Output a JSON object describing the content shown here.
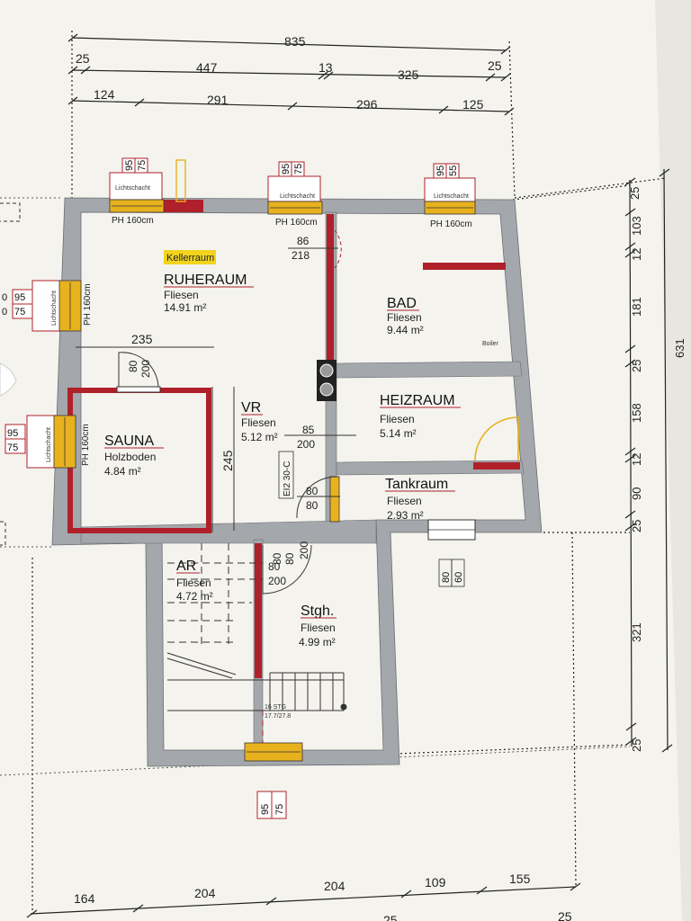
{
  "top_dims": {
    "row1": [
      "835"
    ],
    "row2": [
      "25",
      "447",
      "13",
      "325",
      "25"
    ],
    "row3": [
      "124",
      "291",
      "296",
      "125"
    ]
  },
  "right_dims": [
    "25",
    "103",
    "12",
    "181",
    "25",
    "158",
    "12",
    "90",
    "25",
    "321",
    "25"
  ],
  "right_total": "631",
  "bottom_dims": [
    "164",
    "204",
    "204",
    "109",
    "155"
  ],
  "bottom_partial": [
    "25",
    "25"
  ],
  "rooms": {
    "ruheraum": {
      "name": "RUHERAUM",
      "floor": "Fliesen",
      "area": "14.91 m²",
      "tag": "Kellerraum"
    },
    "bad": {
      "name": "BAD",
      "floor": "Fliesen",
      "area": "9.44 m²",
      "note": "Boiler"
    },
    "sauna": {
      "name": "SAUNA",
      "floor": "Holzboden",
      "area": "4.84 m²"
    },
    "vr": {
      "name": "VR",
      "floor": "Fliesen",
      "area": "5.12 m²"
    },
    "heizraum": {
      "name": "HEIZRAUM",
      "floor": "Fliesen",
      "area": "5.14 m²"
    },
    "tankraum": {
      "name": "Tankraum",
      "floor": "Fliesen",
      "area": "2.93 m²"
    },
    "ar": {
      "name": "AR",
      "floor": "Fliesen",
      "area": "4.72 m²"
    },
    "stgh": {
      "name": "Stgh.",
      "floor": "Fliesen",
      "area": "4.99 m²"
    }
  },
  "windows": {
    "w1": {
      "a": "95",
      "b": "75",
      "ph": "PH 160cm",
      "shaft": "Lichtschacht"
    },
    "w2": {
      "a": "95",
      "b": "75",
      "ph": "PH 160cm",
      "shaft": "Lichtschacht"
    },
    "w3": {
      "a": "95",
      "b": "55",
      "ph": "PH 160cm",
      "shaft": "Lichtschacht"
    },
    "w4": {
      "a": "95",
      "b": "75",
      "ph": "PH 160cm",
      "shaft": "Lichtschacht",
      "cut_a": "0",
      "cut_b": "0"
    },
    "w5": {
      "a": "95",
      "b": "75",
      "ph": "PH 160cm",
      "shaft": "Lichtschacht"
    },
    "w_bottom": {
      "a": "95",
      "b": "75"
    },
    "w_tank": {
      "a": "80",
      "b": "60"
    }
  },
  "doors": {
    "d1": {
      "w": "86",
      "h": "218"
    },
    "d_sauna": {
      "w": "80",
      "h": "200"
    },
    "d_vr": {
      "w": "85",
      "h": "200"
    },
    "d_tank": {
      "w": "80",
      "h": "80"
    },
    "d_ar": {
      "w": "80",
      "h": "200",
      "extra": "80"
    },
    "d_stgh": {
      "h": "200"
    },
    "fire": "EI2 30-C"
  },
  "inner_dims": {
    "w235": "235",
    "h245": "245"
  },
  "stair": {
    "steps": "16 STG",
    "ratio": "17.7/27.8"
  },
  "colors": {
    "wall": "#a4a7ab",
    "partition": "#b0202a",
    "window": "#e8b21f",
    "tag": "#f2d41f"
  }
}
